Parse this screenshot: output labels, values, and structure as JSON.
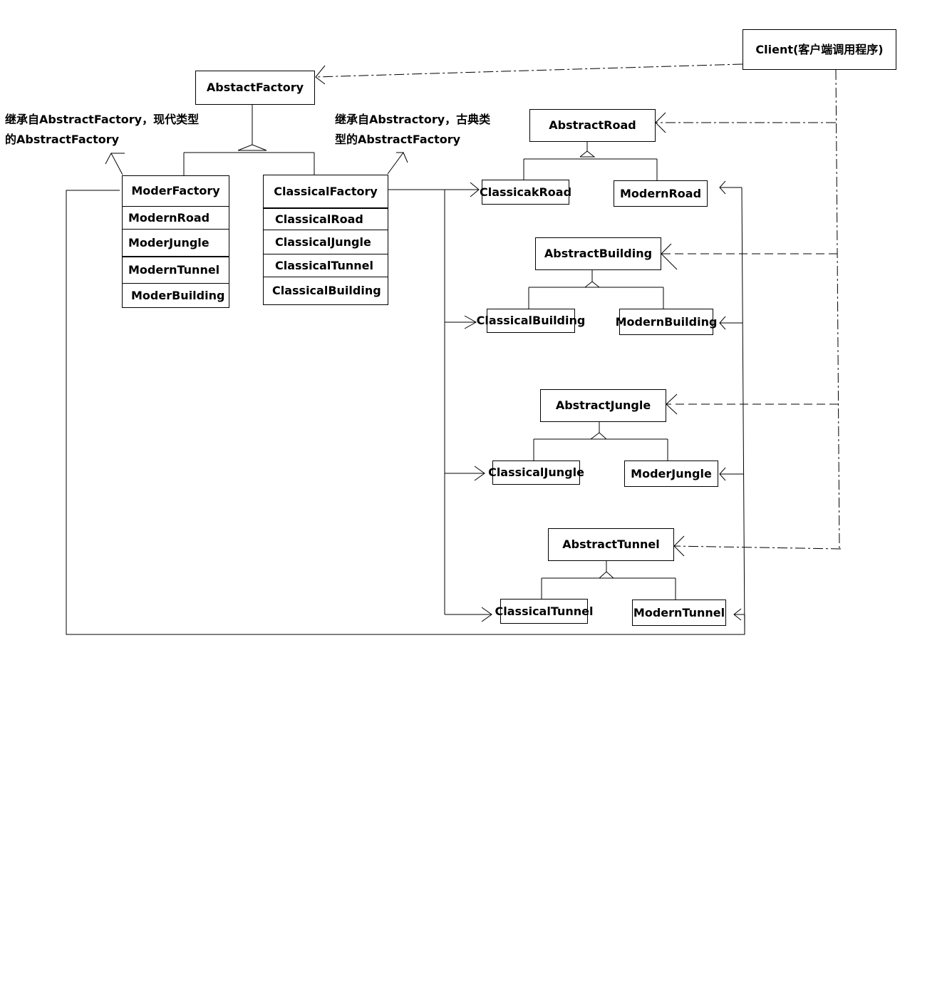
{
  "client": "Client(客户端调用程序)",
  "abstract_factory": "AbstactFactory",
  "notes": {
    "modern_line1": "继承自AbstractFactory，现代类型",
    "modern_line2": "的AbstractFactory",
    "classical_line1": "继承自Abstractory，古典类",
    "classical_line2": "型的AbstractFactory"
  },
  "moder_factory": {
    "title": "ModerFactory",
    "members": [
      "ModernRoad",
      "ModerJungle",
      "ModernTunnel",
      "ModerBuilding"
    ]
  },
  "classical_factory": {
    "title": "ClassicalFactory",
    "members": [
      "ClassicalRoad",
      "ClassicalJungle",
      "ClassicalTunnel",
      "ClassicalBuilding"
    ]
  },
  "products": {
    "abstract_road": "AbstractRoad",
    "classical_road": "ClassicakRoad",
    "modern_road": "ModernRoad",
    "abstract_building": "AbstractBuilding",
    "classical_building": "ClassicalBuilding",
    "modern_building": "ModernBuilding",
    "abstract_jungle": "AbstractJungle",
    "classical_jungle": "ClassicalJungle",
    "moder_jungle": "ModerJungle",
    "abstract_tunnel": "AbstractTunnel",
    "classical_tunnel": "ClassicalTunnel",
    "modern_tunnel": "ModernTunnel"
  }
}
